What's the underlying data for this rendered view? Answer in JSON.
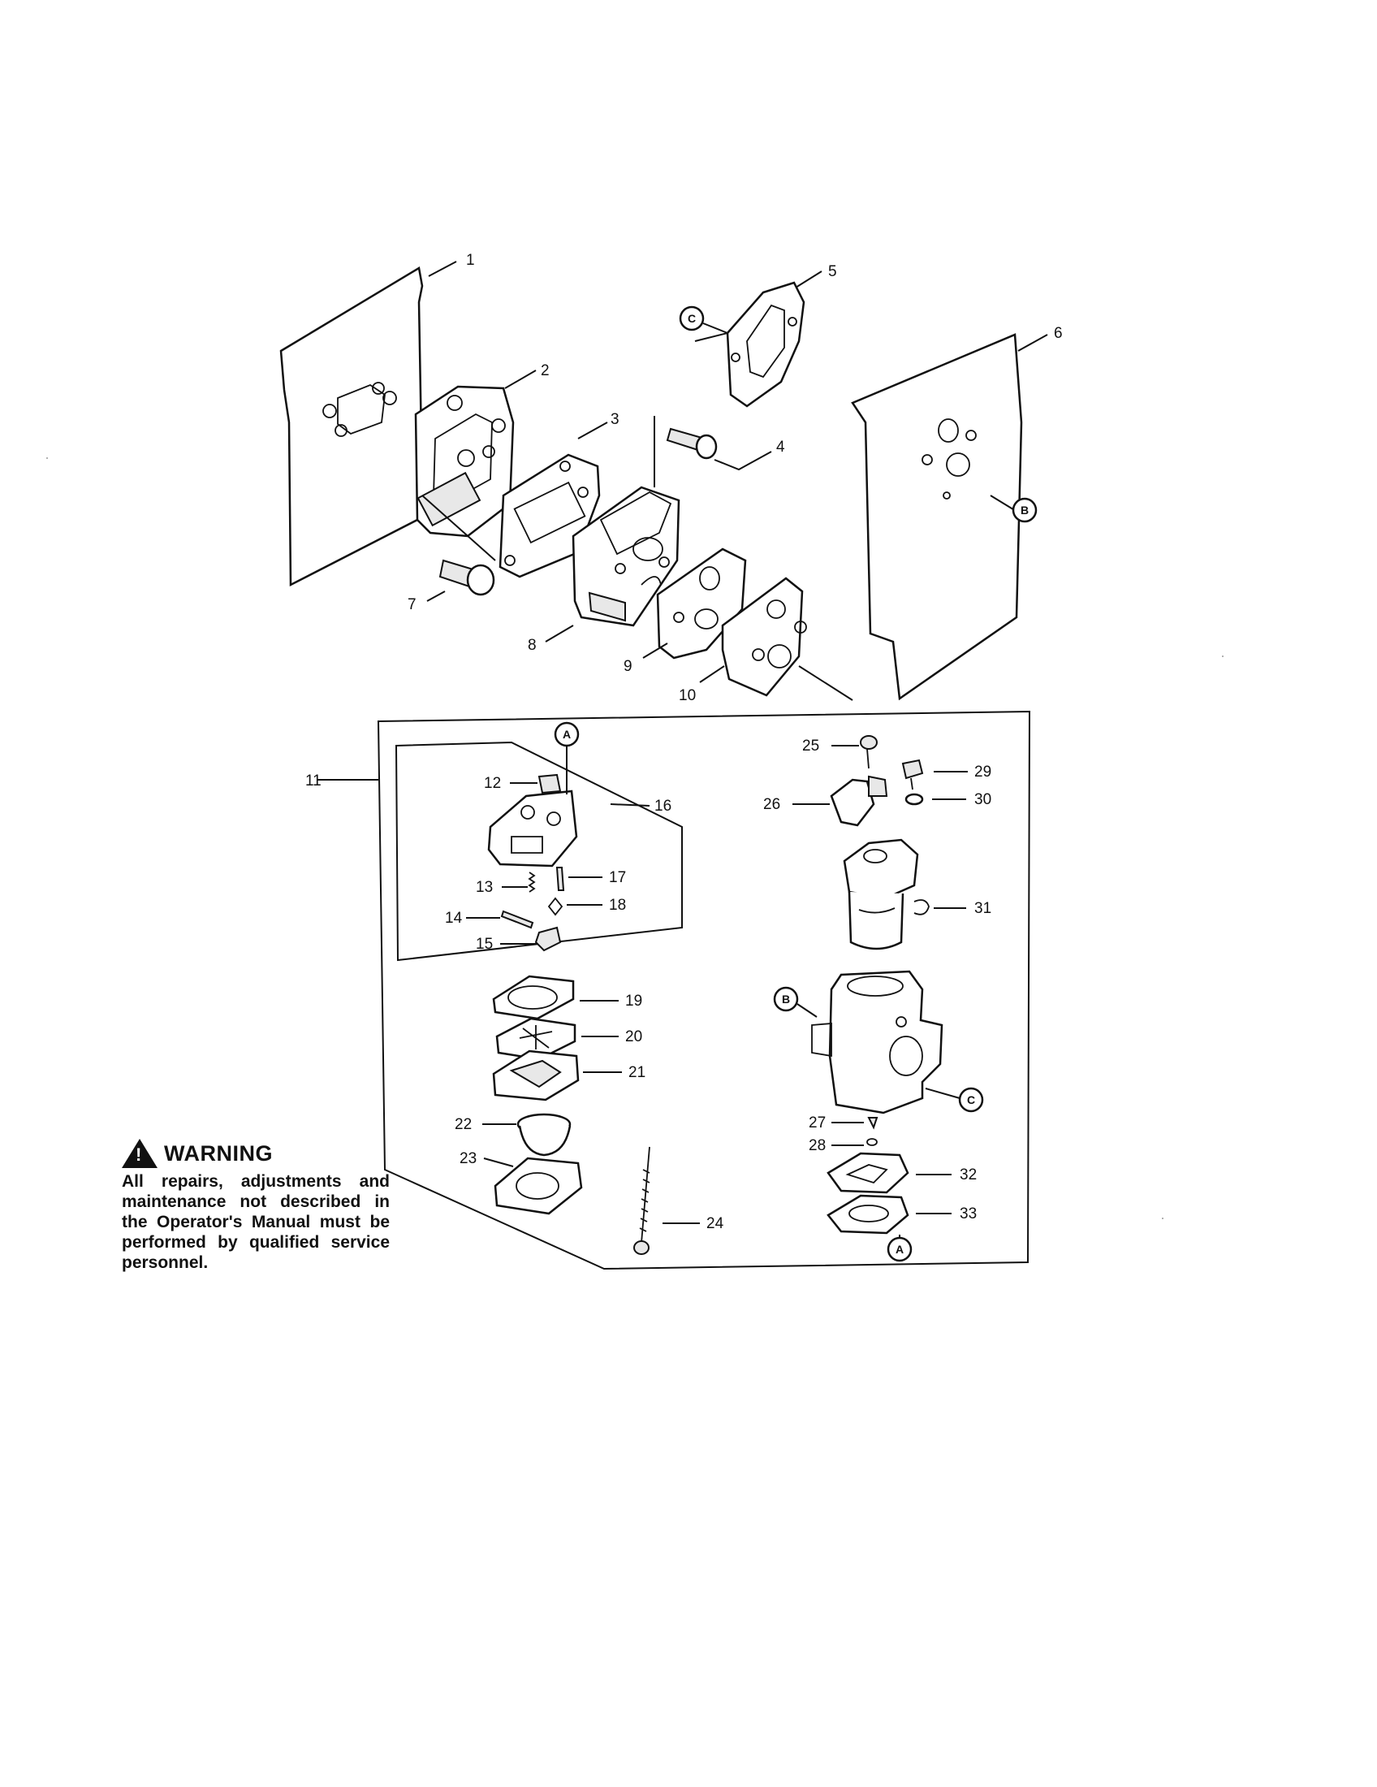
{
  "warning": {
    "title": "WARNING",
    "body": "All repairs, adjustments and maintenance not described in the Operator's Manual must be performed by qualified service personnel."
  },
  "callouts": [
    "A",
    "B",
    "C"
  ],
  "part_numbers": [
    "1",
    "2",
    "3",
    "4",
    "5",
    "6",
    "7",
    "8",
    "9",
    "10",
    "11",
    "12",
    "13",
    "14",
    "15",
    "16",
    "17",
    "18",
    "19",
    "20",
    "21",
    "22",
    "23",
    "24",
    "25",
    "26",
    "27",
    "28",
    "29",
    "30",
    "31",
    "32",
    "33"
  ]
}
